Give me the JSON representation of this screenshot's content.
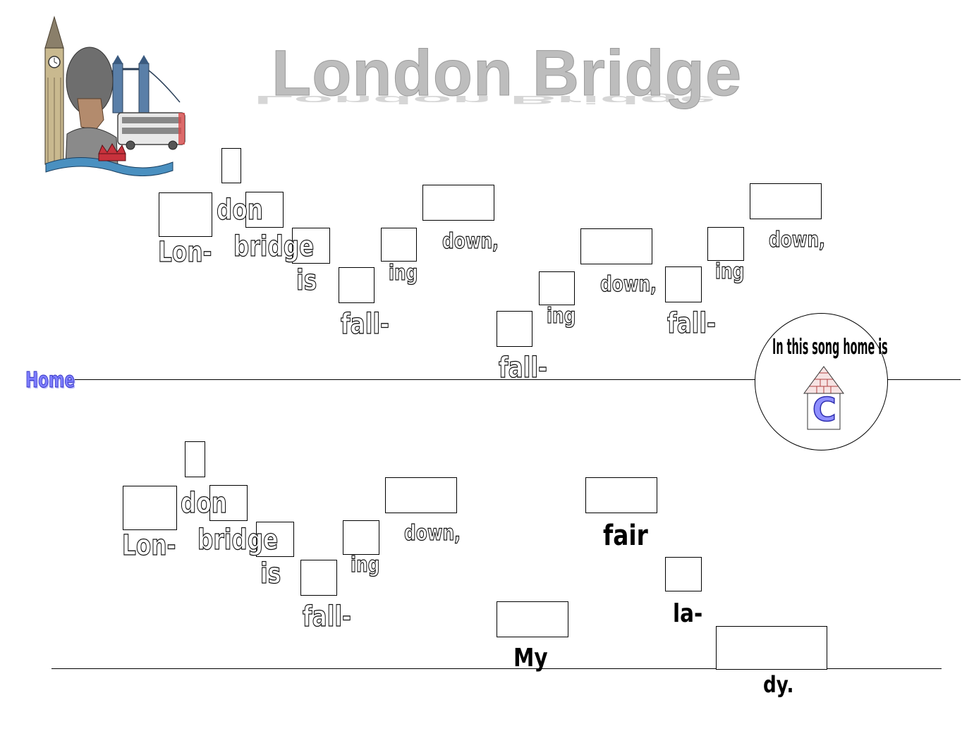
{
  "title": "London Bridge",
  "home_link": "Home",
  "home_caption": "In this song home is",
  "home_letter": "C",
  "row1": {
    "lon": "Lon-",
    "don": "don",
    "bridge": "bridge",
    "is": "is",
    "fall_1": "fall-",
    "ing_1": "ing",
    "down_1": "down,",
    "fall_2": "fall-",
    "ing_2": "ing",
    "down_2": "down,",
    "fall_3": "fall-",
    "ing_3": "ing",
    "down_3": "down,"
  },
  "row2": {
    "lon": "Lon-",
    "don": "don",
    "bridge": "bridge",
    "is": "is",
    "fall": "fall-",
    "ing": "ing",
    "down": "down,",
    "my": "My",
    "fair": "fair",
    "la": "la-",
    "dy": "dy."
  },
  "colors": {
    "home_blue": "#7f7fff",
    "title_gray": "#bdbdbd",
    "brick": "#b04040"
  }
}
